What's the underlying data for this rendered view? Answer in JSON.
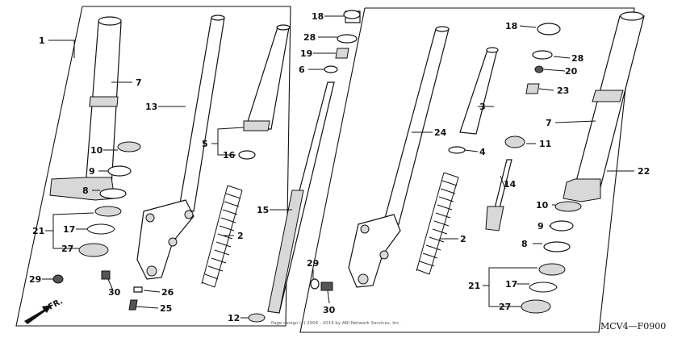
{
  "diagram_code": "MCV4—F0900",
  "direction_label": "FR.",
  "copyright": "Page design (c) 2004 - 2014 by ARI Network Services, Inc.",
  "callouts": {
    "c1": "1",
    "c7a": "7",
    "c13": "13",
    "c18a": "18",
    "c28a": "28",
    "c19": "19",
    "c6": "6",
    "c5": "5",
    "c16": "16",
    "c10a": "10",
    "c9a": "9",
    "c8a": "8",
    "c21a": "21",
    "c17a": "17",
    "c27a": "27",
    "c2a": "2",
    "c15": "15",
    "c29a": "29",
    "c30a": "30",
    "c26": "26",
    "c25": "25",
    "c12": "12",
    "c24": "24",
    "c3": "3",
    "c4": "4",
    "c2b": "2",
    "c29b": "29",
    "c30b": "30",
    "c18b": "18",
    "c28b": "28",
    "c20": "20",
    "c23": "23",
    "c11": "11",
    "c14": "14",
    "c7b": "7",
    "c22": "22",
    "c10b": "10",
    "c9b": "9",
    "c8b": "8",
    "c21b": "21",
    "c17b": "17",
    "c27b": "27"
  }
}
